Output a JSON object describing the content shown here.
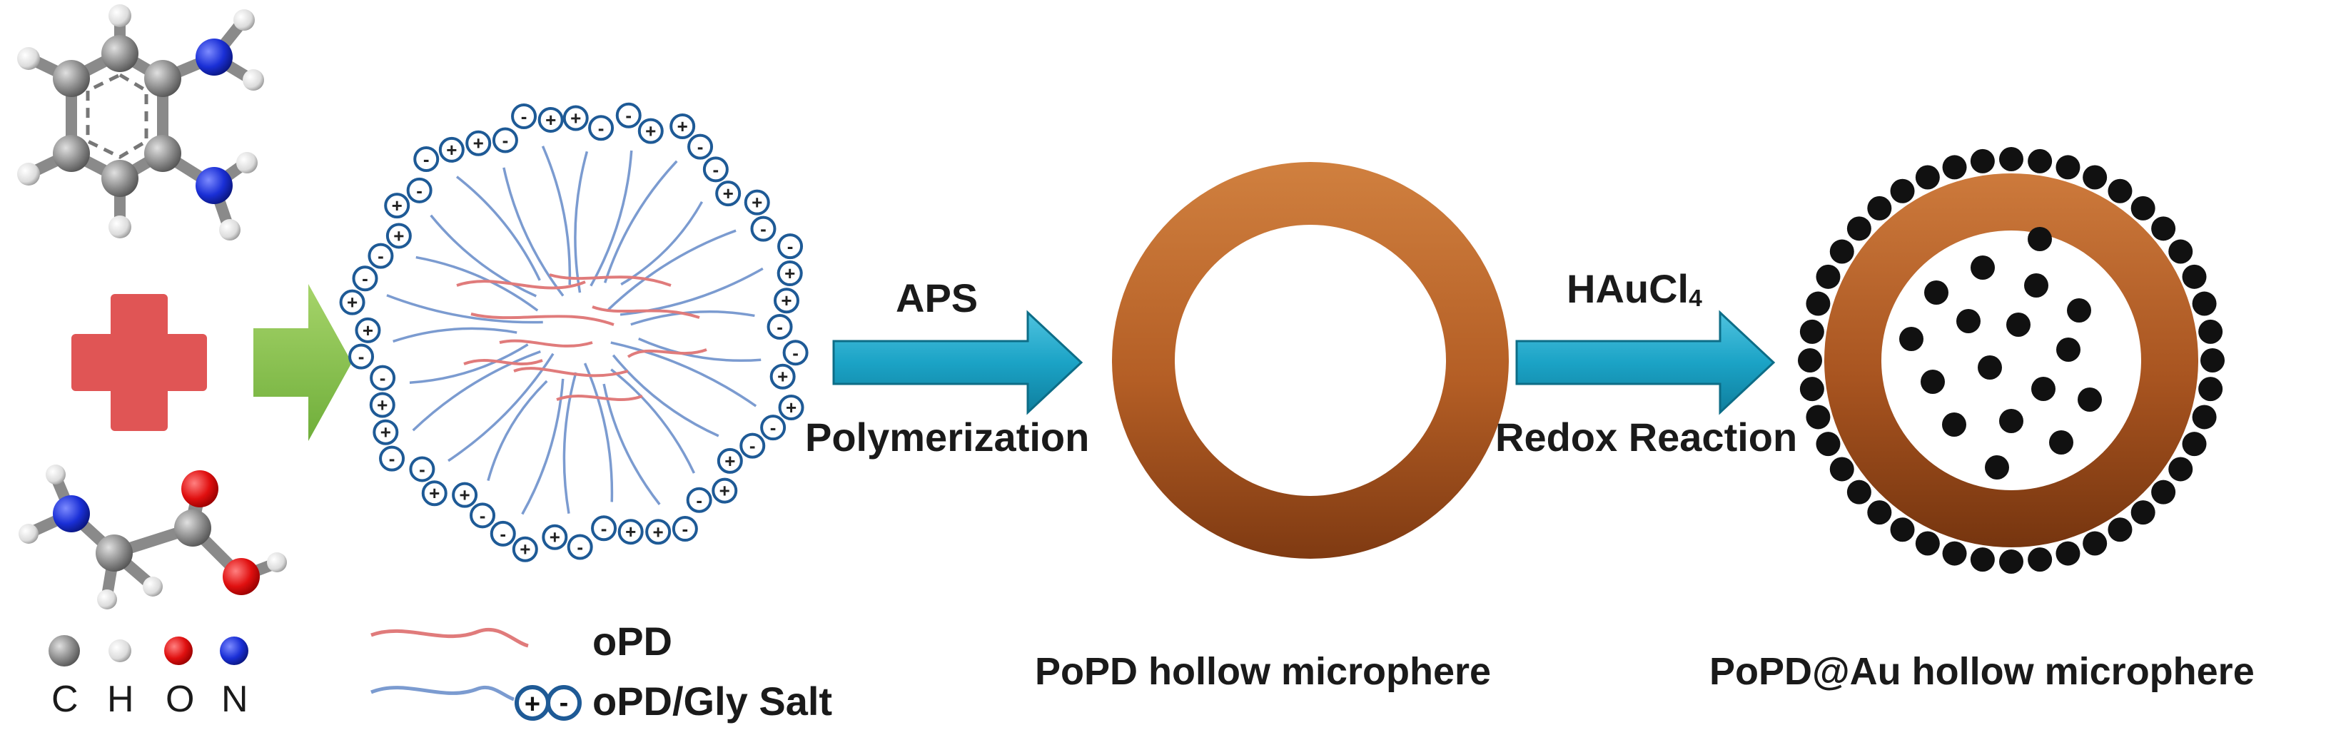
{
  "molecules": {
    "top": "o-phenylenediamine",
    "bottom": "glycine"
  },
  "element_legend": [
    {
      "symbol": "C",
      "color": "#8c8c8c"
    },
    {
      "symbol": "H",
      "color": "#e6e6e6"
    },
    {
      "symbol": "O",
      "color": "#e01010"
    },
    {
      "symbol": "N",
      "color": "#1a2fd6"
    }
  ],
  "steps": [
    {
      "above": "APS",
      "below": "Polymerization"
    },
    {
      "above_main": "HAuCl",
      "above_sub": "4",
      "below": "Redox Reaction"
    }
  ],
  "captions": {
    "hollow": "PoPD hollow microphere",
    "gold": "PoPD@Au hollow microphere"
  },
  "legend": {
    "opd": "oPD",
    "salt": "oPD/Gly Salt"
  },
  "colors": {
    "plus": "#e05555",
    "green_arrow": "#8bc34a",
    "teal_arrow": "#1ba3c6",
    "shell_outer": "#c8713a",
    "shell_inner": "#8a3f13",
    "opd_line": "#e07b7b",
    "salt_line": "#7b9bd0",
    "ion_ring": "#1e5a96",
    "nanoparticle": "#111111"
  }
}
